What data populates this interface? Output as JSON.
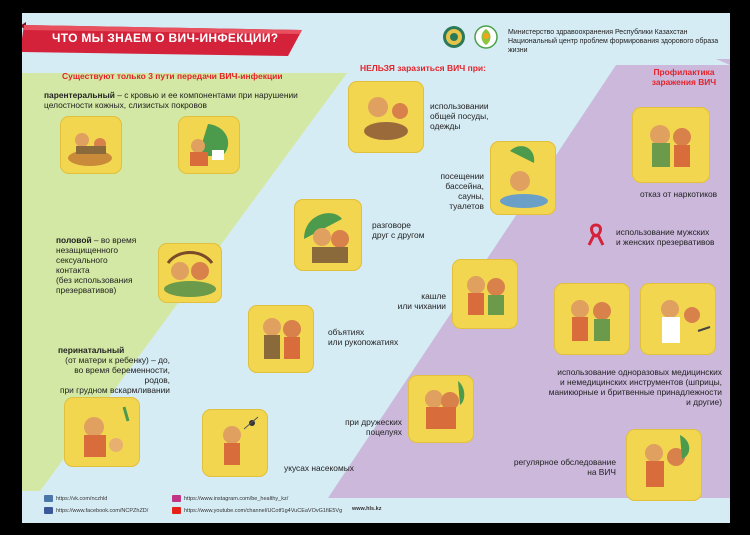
{
  "header": {
    "title": "ЧТО МЫ ЗНАЕМ О ВИЧ-ИНФЕКЦИИ?",
    "ministry_line1": "Министерство здравоохранения Республики Казахстан",
    "ministry_line2": "Национальный центр проблем формирования здорового образа жизни"
  },
  "left": {
    "heading": "Существуют только 3 пути передачи ВИЧ-инфекции",
    "parenteral_term": "парентеральный",
    "parenteral_desc": " – с кровью и ее компонентами при нарушении целостности кожных, слизистых покровов",
    "sexual_term": "половой",
    "sexual_desc1": " – во время",
    "sexual_desc2": "незащищенного",
    "sexual_desc3": "сексуального",
    "sexual_desc4": "контакта",
    "sexual_desc5": "(без использования",
    "sexual_desc6": "презервативов)",
    "perinatal_term": "перинатальный",
    "perinatal_desc1": "(от матери к ребенку) – до,",
    "perinatal_desc2": "во время беременности, родов,",
    "perinatal_desc3": "при грудном вскармливании"
  },
  "middle": {
    "heading": "НЕЛЬЗЯ заразиться ВИЧ при:",
    "dishes1": "использовании",
    "dishes2": "общей посуды,",
    "dishes3": "одежды",
    "pool1": "посещении",
    "pool2": "бассейна,",
    "pool3": "сауны,",
    "pool4": "туалетов",
    "talk1": "разговоре",
    "talk2": "друг с другом",
    "cough1": "кашле",
    "cough2": "или чихании",
    "hug1": "объятиях",
    "hug2": "или рукопожатиях",
    "kiss1": "при дружеских",
    "kiss2": "поцелуях",
    "insects": "укусах насекомых"
  },
  "right": {
    "heading1": "Профилактика",
    "heading2": "заражения ВИЧ",
    "drugs": "отказ от наркотиков",
    "condoms1": "использование мужских",
    "condoms2": "и женских презервативов",
    "tools1": "использование одноразовых медицинских",
    "tools2": "и немедицинских инструментов (шприцы,",
    "tools3": "маникюрные и бритвенные принадлежности",
    "tools4": "и другие)",
    "test1": "регулярное обследование",
    "test2": "на ВИЧ"
  },
  "footer": {
    "vk": "https://vk.com/nczhld",
    "facebook": "https://www.facebook.com/NCPZhZD/",
    "instagram": "https://www.instagram.com/be_healthy_kz/",
    "youtube": "https://www.youtube.com/channel/UCotf1g4VuCEaVOvG1fiE5Vg",
    "site": "www.hls.kz"
  },
  "colors": {
    "panel_left": "#d4e8a6",
    "panel_right": "#cbb9dc",
    "banner": "#d4223a",
    "card": "#f2d650",
    "accent_red": "#e4232b"
  }
}
